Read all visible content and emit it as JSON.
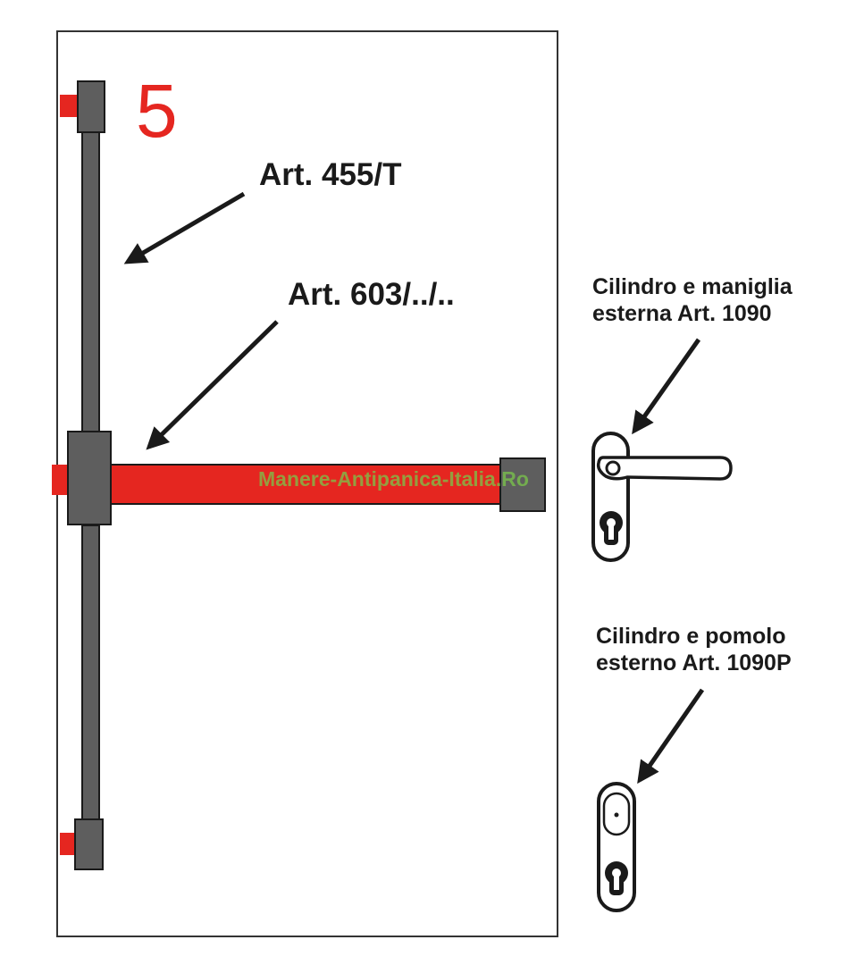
{
  "diagram_number": "5",
  "labels": {
    "vertical_rod": "Art. 455/T",
    "push_bar": "Art. 603/../..",
    "handle_line1": "Cilindro e maniglia",
    "handle_line2": "esterna Art. 1090",
    "knob_line1": "Cilindro e pomolo",
    "knob_line2": "esterno Art. 1090P"
  },
  "watermark": "Manere-Antipanica-Italia.Ro",
  "colors": {
    "accent_red": "#e52620",
    "hardware_gray": "#5e5e5e",
    "outline": "#1a1a1a",
    "watermark_green": "#7ac64a"
  }
}
